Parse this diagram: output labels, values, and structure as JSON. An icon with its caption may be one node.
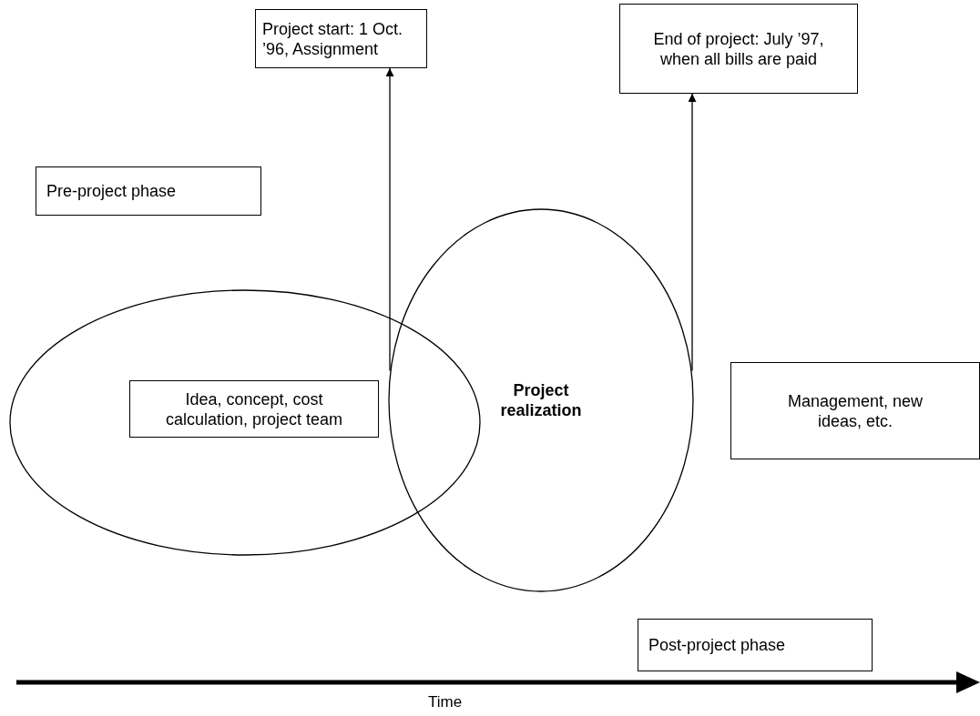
{
  "diagram": {
    "nodes": [
      {
        "text": [
          "Project start: 1 Oct. ’96, Assignment"
        ]
      },
      {
        "text": [
          "End of project: July ’97, when all bills are paid"
        ]
      },
      {
        "text": [
          "Pre-project phase"
        ]
      },
      {
        "text": [],
        "shape": "ellipse"
      },
      {
        "text": [
          "Idea, concept, cost calculation, project team"
        ],
        "in": 3
      },
      {
        "text": [
          "Project realization"
        ]
      },
      {
        "text": [
          "Management, new ideas, etc."
        ]
      },
      {
        "text": [
          "Post-project phase"
        ]
      }
    ],
    "edges": [
      {
        "from": 5,
        "to": 0,
        "arrow": "to"
      },
      {
        "from": 5,
        "to": 1,
        "arrow": "to"
      }
    ],
    "labels": [
      "Time"
    ]
  }
}
